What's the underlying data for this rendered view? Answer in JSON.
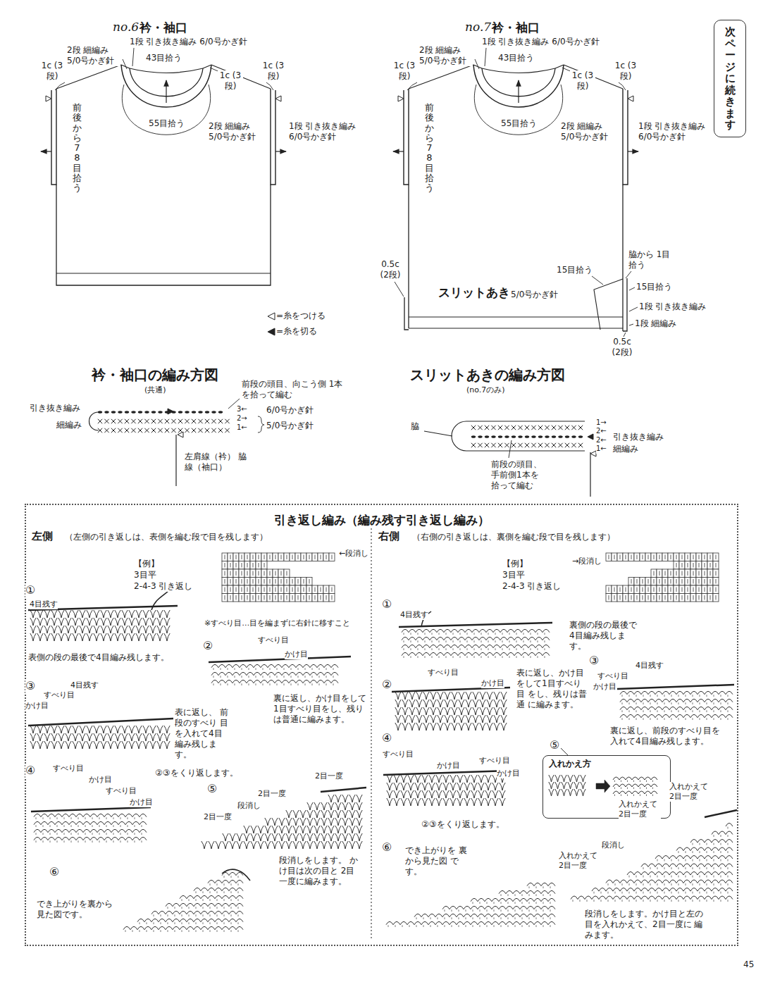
{
  "diagram": {
    "nodes": [
      {
        "text": [
          "次ページに続きます"
        ]
      },
      {
        "text": [
          "引き返し編み（編み残す引き返し編み）"
        ]
      },
      {
        "text": [
          "入れかえ方"
        ],
        "in": 1
      }
    ],
    "labels": [
      "no.6",
      "衿・袖口",
      "1段 引き抜き編み 6/0号かぎ針",
      "2段 細編み 5/0号かぎ針",
      "43目拾う",
      "1c (3段)",
      "1c (3段)",
      "1c (3段)",
      "前後から78目拾う",
      "55目拾う",
      "2段 細編み 5/0号かぎ針",
      "1段 引き抜き編み 6/0号かぎ針",
      "no.7",
      "衿・袖口",
      "1段 引き抜き編み 6/0号かぎ針",
      "2段 細編み 5/0号かぎ針",
      "43目拾う",
      "1c (3段)",
      "1c (3段)",
      "1c (3段)",
      "前後から78目拾う",
      "55目拾う",
      "2段 細編み 5/0号かぎ針",
      "1段 引き抜き編み 6/0号かぎ針",
      "0.5c (2段)",
      "脇から 1目拾う",
      "15目拾う",
      "15目拾う",
      "スリットあき",
      "5/0号かぎ針",
      "1段 引き抜き編み",
      "1段 細編み",
      "0.5c (2段)",
      "衿・袖口の編み方図",
      "(共通)",
      "前段の頭目、向こう側 1本を拾って編む",
      "引き抜き編み",
      "細編み",
      "3←",
      "2→",
      "1←",
      "6/0号かぎ針",
      "5/0号かぎ針",
      "左肩線（衿） 脇線（袖口）",
      "スリットあきの編み方図",
      "(no.7のみ)",
      "脇",
      "1→",
      "2←",
      "2←",
      "1←",
      "引き抜き編み",
      "細編み",
      "前段の頭目、 手前側1本を 拾って編む",
      "左側",
      "（左側の引き返しは、表側を編む段で目を残します）",
      "【例】",
      "3目平",
      "2-4-3 引き返し",
      "←段消し",
      "①",
      "4目残す",
      "表側の段の最後で4目編み残します。",
      "※すべり目…目を編まずに右針に移すこと",
      "②",
      "すべり目",
      "かけ目",
      "裏に返し、かけ目をして 1目すべり目をし、残りは普通に編みます。",
      "③",
      "すべり目",
      "4目残す",
      "かけ目",
      "表に返し、 前段のすべり 目を入れて4目 編み残します。",
      "④",
      "すべり目",
      "かけ目",
      "すべり目",
      "かけ目",
      "②③をくり返します。",
      "⑤",
      "2目一度",
      "2目一度",
      "段消し",
      "2目一度",
      "段消しをします。 かけ目は次の目と 2目一度に編みます。",
      "⑥",
      "でき上がりを裏から 見た図です。",
      "右側",
      "（右側の引き返しは、裏側を編む段で目を残します）",
      "【例】",
      "3目平",
      "2-4-3 引き返し",
      "→段消し",
      "①",
      "4目残す",
      "裏側の段の最後で 4目編み残します。",
      "②",
      "すべり目",
      "かけ目",
      "表に返し、かけ目 をして1目すべり目 をし、残りは普通 に編みます。",
      "③",
      "すべり目",
      "4目残す",
      "かけ目",
      "裏に返し、前段のすべり目を 入れて4目編み残します。",
      "④",
      "すべり目",
      "かけ目",
      "すべり目",
      "かけ目",
      "②③をくり返します。",
      "⑤",
      "入れかえて 2目一度",
      "入れかえて 2目一度",
      "段消し",
      "入れかえて 2目一度",
      "段消しをします。かけ目と左の 目を入れかえて、2目一度に 編みます。",
      "⑥",
      "でき上がりを 裏から見た図 です。",
      "45"
    ],
    "legend": [
      {
        "text": "=糸をつける"
      },
      {
        "text": "=糸を切る"
      }
    ]
  }
}
